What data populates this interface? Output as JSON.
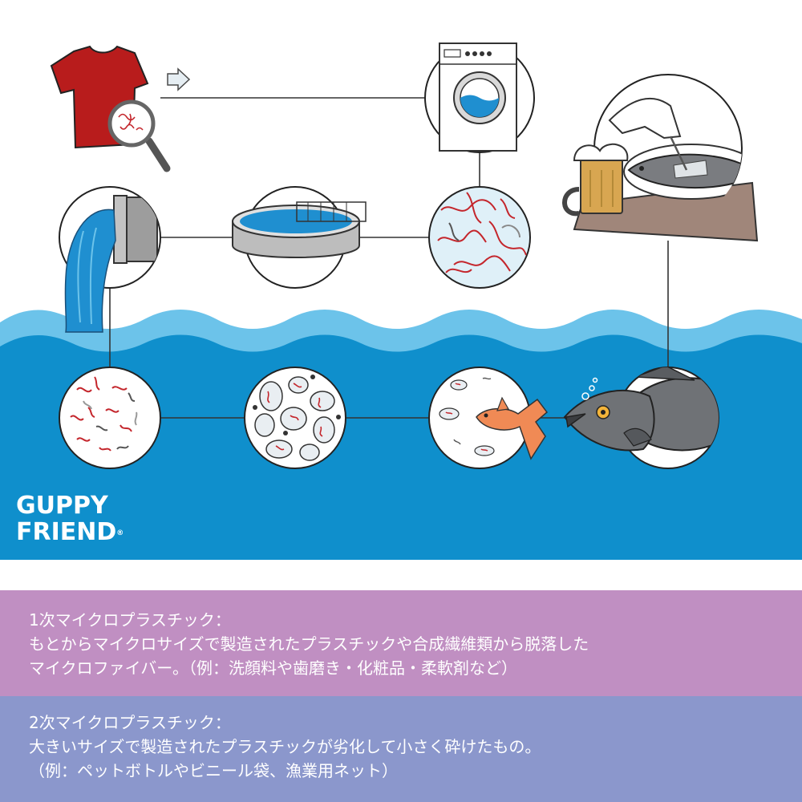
{
  "brand": {
    "line1": "GUPPY",
    "line2": "FRIEND",
    "mark": "®"
  },
  "colors": {
    "sea": "#0f8fcc",
    "wave_light": "#6cc3ea",
    "shirt": "#b81c1c",
    "fiber": "#c4262c",
    "panel_primary": "#c08fc2",
    "panel_secondary": "#8b97cc"
  },
  "icons": [
    "t-shirt-icon",
    "magnifier-icon",
    "arrow-right-icon",
    "washing-machine-icon",
    "fish-dinner-icon",
    "beer-mug-icon",
    "outflow-pipe-icon",
    "treatment-plant-icon",
    "microfiber-icon",
    "plankton-icon",
    "small-fish-icon",
    "large-fish-icon"
  ],
  "primary": {
    "title": "1次マイクロプラスチック：",
    "line1": "もとからマイクロサイズで製造されたプラスチックや合成繊維類から脱落した",
    "line2": "マイクロファイバー。（例：洗顔料や歯磨き・化粧品・柔軟剤など）"
  },
  "secondary": {
    "title": "2次マイクロプラスチック：",
    "line1": "大きいサイズで製造されたプラスチックが劣化して小さく砕けたもの。",
    "line2": "（例：ペットボトルやビニール袋、漁業用ネット）"
  }
}
